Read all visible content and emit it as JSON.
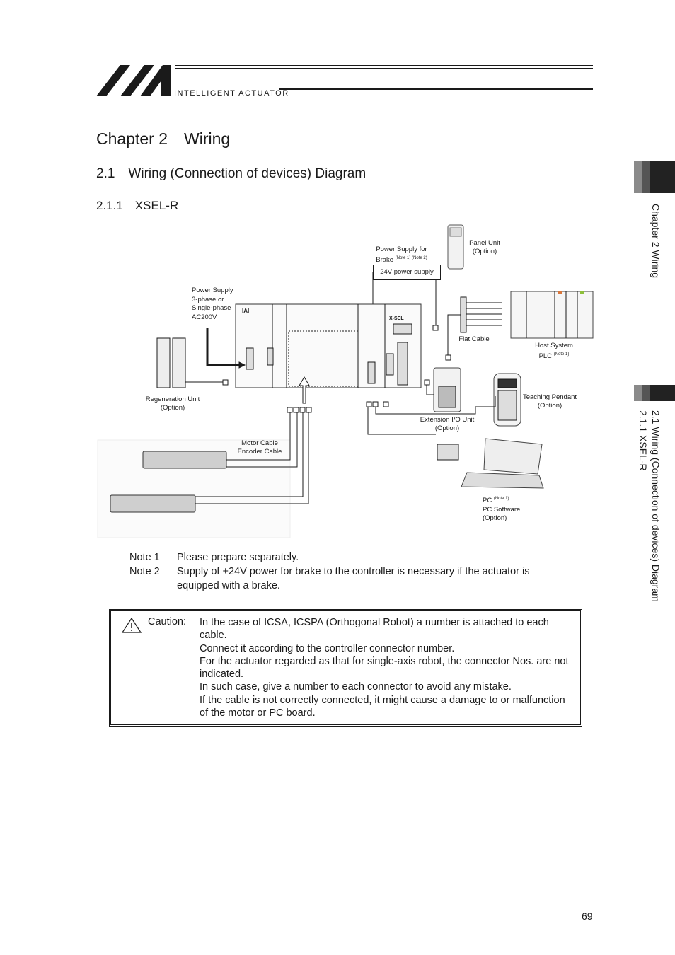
{
  "header": {
    "brand_text": "INTELLIGENT ACTUATOR",
    "logo_letters": "IAI"
  },
  "chapter_title": "Chapter 2　Wiring",
  "section_title": "2.1　Wiring (Connection of devices) Diagram",
  "subsection_title": "2.1.1　XSEL-R",
  "side_tabs": {
    "chapter": "Chapter 2 Wiring",
    "section_line1": "2.1 Wiring (Connection of devices) Diagram",
    "section_line2": "2.1.1 XSEL-R"
  },
  "diagram": {
    "power_supply_brake": "Power Supply for",
    "power_supply_brake_line2": "Brake",
    "power_supply_brake_notes": "(Note 1) (Note 2)",
    "power_box": "24V power supply",
    "panel_unit": "Panel Unit",
    "panel_unit_option": "(Option)",
    "power_supply_main": [
      "Power Supply",
      "3-phase or",
      "Single-phase",
      "AC200V"
    ],
    "flat_cable": "Flat Cable",
    "host_system": "Host System",
    "plc": "PLC",
    "plc_note": "(Note 1)",
    "regeneration_unit": "Regeneration Unit",
    "regeneration_option": "(Option)",
    "teaching_pendant": "Teaching Pendant",
    "teaching_pendant_option": "(Option)",
    "extension_io": "Extension I/O Unit",
    "extension_io_option": "(Option)",
    "motor_cable": "Motor Cable",
    "encoder_cable": "Encoder Cable",
    "pc": "PC",
    "pc_note": "(Note 1)",
    "pc_software": "PC Software",
    "pc_software_option": "(Option)",
    "controller_logo": "IAI",
    "controller_model": "X-SEL"
  },
  "notes": [
    {
      "key": "Note 1",
      "text": "Please prepare separately."
    },
    {
      "key": "Note 2",
      "text": "Supply of +24V power for brake to the controller is necessary if the actuator is equipped with a brake."
    }
  ],
  "caution": {
    "label": "Caution:",
    "lines": [
      "In the case of ICSA, ICSPA (Orthogonal Robot) a number is attached to each cable.",
      "Connect it according to the controller connector number.",
      "For the actuator regarded as that for single-axis robot, the connector Nos. are not indicated.",
      "In such case, give a number to each connector to avoid any mistake.",
      "If the cable is not correctly connected, it might cause a damage to or malfunction of the motor or PC board."
    ]
  },
  "page_number": "69",
  "colors": {
    "text": "#1a1a1a",
    "tab_dark": "#222222",
    "tab_gray": "#8a8a8a",
    "plc_orange": "#d9763a",
    "plc_green": "#8dbf3a"
  }
}
